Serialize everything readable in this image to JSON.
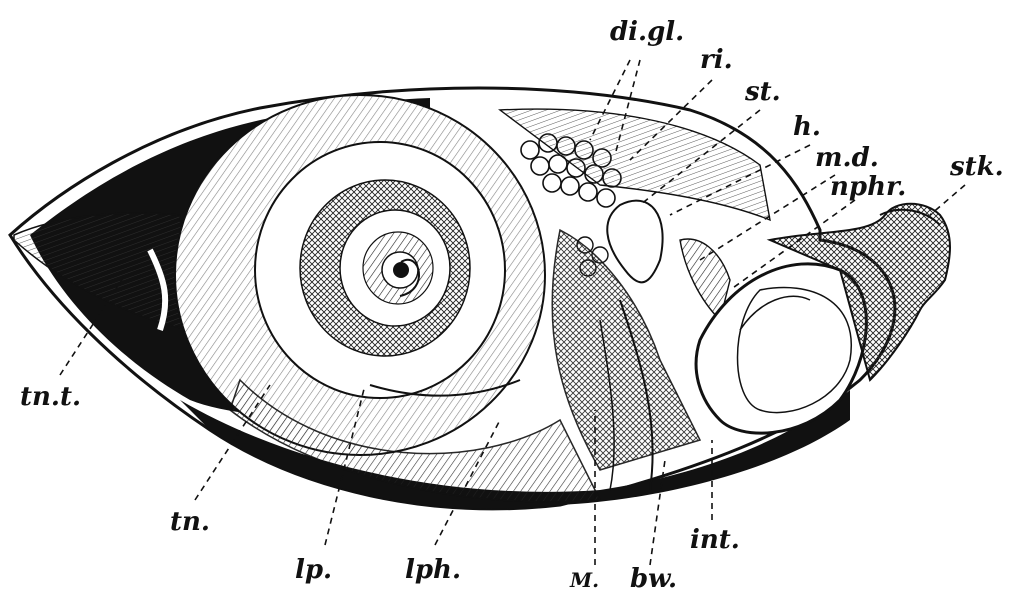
{
  "figure": {
    "labels": {
      "di_gl": "di.gl.",
      "ri": "ri.",
      "st": "st.",
      "h": "h.",
      "md": "m.d.",
      "nphr": "nphr.",
      "stk": "stk.",
      "tnt": "tn.t.",
      "tn": "tn.",
      "lp": "lp.",
      "lph": "lph.",
      "M": "M.",
      "bw": "bw.",
      "int": "int."
    }
  }
}
